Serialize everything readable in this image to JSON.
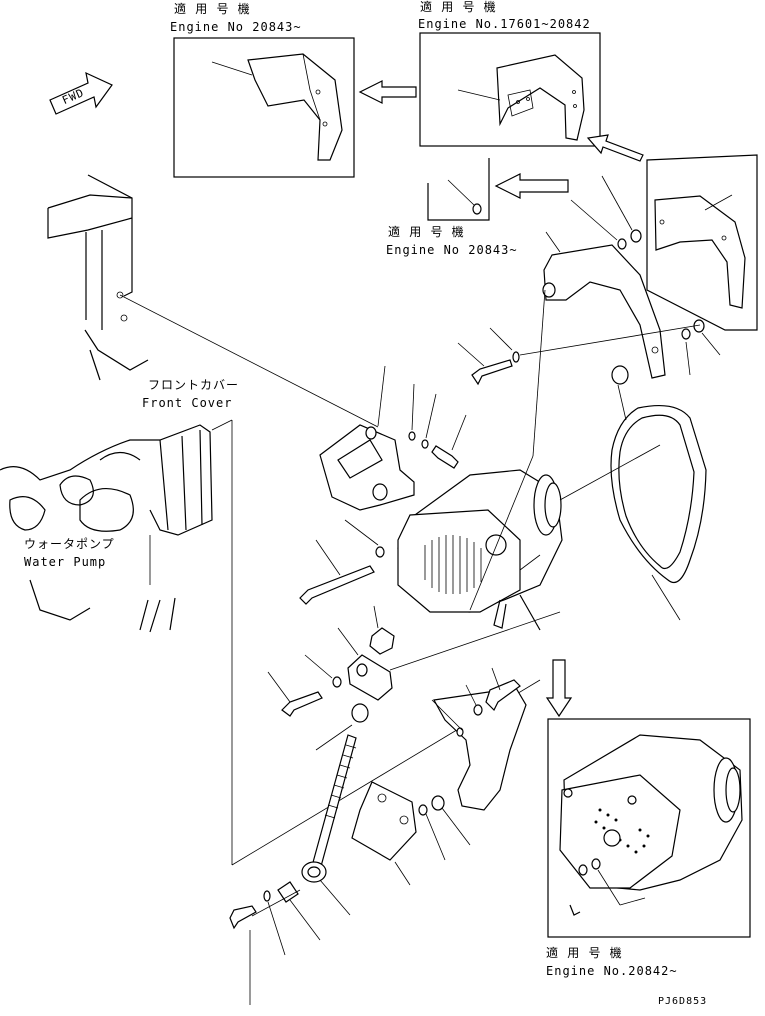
{
  "applicability": {
    "box_top_left": {
      "title": "適 用 号 機",
      "engine": "Engine No 20843~"
    },
    "box_top_center": {
      "title": "適 用 号 機",
      "engine": "Engine No.17601~20842"
    },
    "box_mid": {
      "title": "適 用 号 機",
      "engine": "Engine No 20843~"
    },
    "box_bottom_right": {
      "title": "適 用 号 機",
      "engine": "Engine No.20842~"
    }
  },
  "labels": {
    "fwd": "FWD",
    "front_cover_jp": "フロントカバー",
    "front_cover_en": "Front Cover",
    "water_pump_jp": "ウォータポンプ",
    "water_pump_en": "Water Pump"
  },
  "drawing_code": "PJ6D853"
}
